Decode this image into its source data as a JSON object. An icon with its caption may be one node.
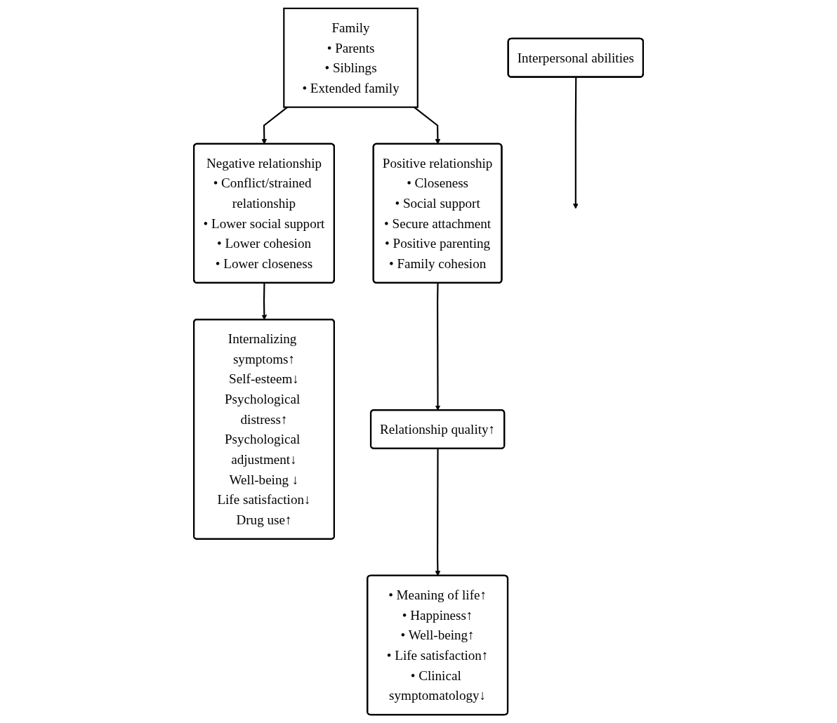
{
  "diagram": {
    "nodes": [
      {
        "text": [
          "Family",
          "• Parents",
          "• Siblings",
          "• Extended family"
        ]
      },
      {
        "text": [
          "Negative relationship",
          "• Conflict/strained relationship",
          "• Lower social support",
          "• Lower cohesion",
          "• Lower closeness"
        ]
      },
      {
        "text": [
          "Positive relationship",
          "• Closeness",
          "• Social support",
          "• Secure attachment",
          "• Positive parenting",
          "• Family cohesion"
        ]
      },
      {
        "text": [
          "Interpersonal abilities"
        ]
      },
      {
        "text": [
          "Internalizing symptoms↑",
          "Self-esteem↓",
          "Psychological distress↑",
          "Psychological adjustment↓",
          "Well-being ↓",
          "Life satisfaction↓",
          "Drug use↑"
        ]
      },
      {
        "text": [
          "Relationship quality↑"
        ]
      },
      {
        "text": [
          "• Meaning of life↑",
          "• Happiness↑",
          "• Well-being↑",
          "• Life satisfaction↑",
          "• Clinical symptomatology↓"
        ]
      }
    ],
    "edges": [
      {
        "from": 0,
        "to": 1,
        "arrow": "to"
      },
      {
        "from": 0,
        "to": 2,
        "arrow": "to"
      },
      {
        "from": 1,
        "to": 4,
        "arrow": "to"
      },
      {
        "from": 3,
        "to": null,
        "arrow": "to"
      },
      {
        "from": 2,
        "to": 5,
        "arrow": "to"
      },
      {
        "from": 5,
        "to": 6,
        "arrow": "to"
      }
    ]
  }
}
